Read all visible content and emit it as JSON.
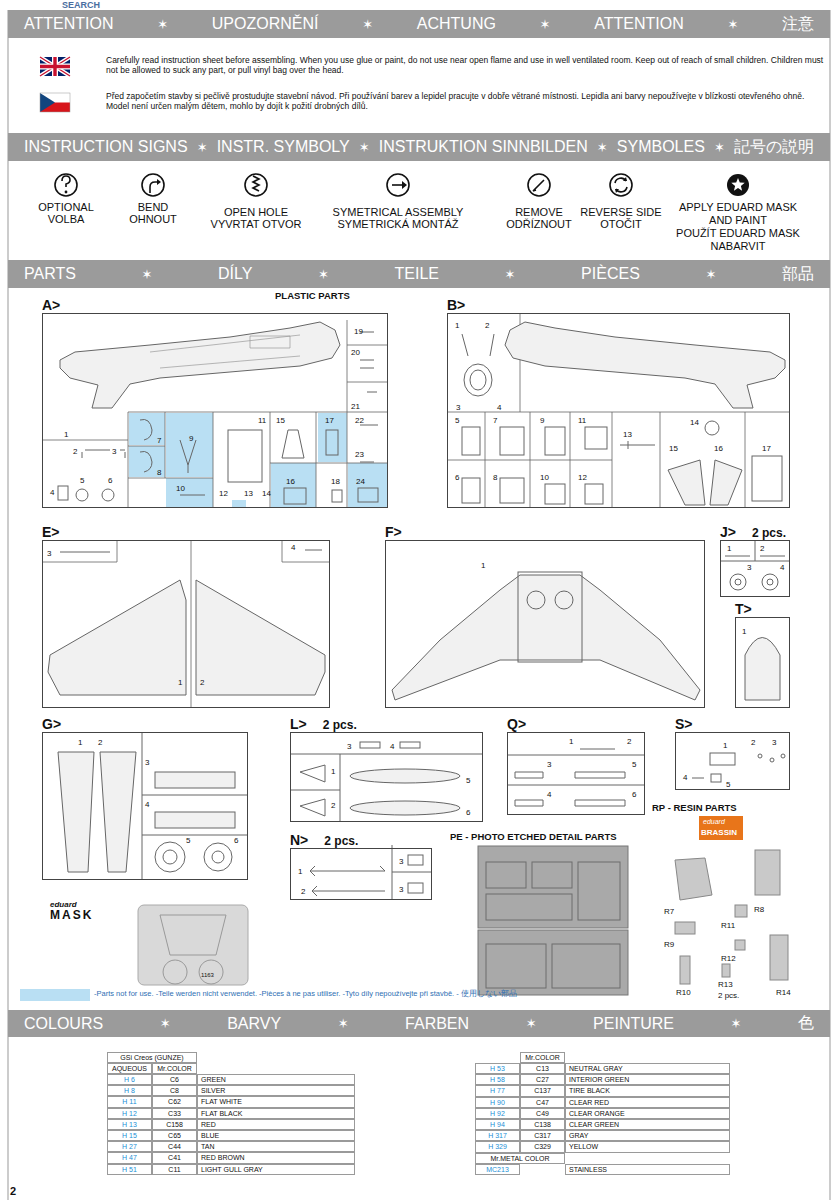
{
  "diagram": {
    "nodes": [
      {
        "text": [
          "ATTENTION",
          "✶",
          "UPOZORNĚNÍ",
          "✶",
          "ACHTUNG",
          "✶",
          "ATTENTION",
          "✶",
          "注意"
        ]
      },
      {
        "text": [
          "INSTRUCTION SIGNS",
          "✶",
          "INSTR. SYMBOLY",
          "✶",
          "INSTRUKTION SINNBILDEN",
          "✶",
          "SYMBOLES",
          "✶",
          "記号の説明"
        ]
      },
      {
        "text": [
          "PARTS",
          "✶",
          "DÍLY",
          "✶",
          "TEILE",
          "✶",
          "PIÈCES",
          "✶",
          "部品"
        ]
      },
      {
        "text": [
          "A>"
        ]
      },
      {
        "text": [
          "B>"
        ]
      },
      {
        "text": [
          "E>"
        ]
      },
      {
        "text": [
          "F>"
        ]
      },
      {
        "text": [
          "J>",
          "2 pcs."
        ]
      },
      {
        "text": [
          "T>"
        ]
      },
      {
        "text": [
          "G>"
        ]
      },
      {
        "text": [
          "L>",
          "2 pcs."
        ]
      },
      {
        "text": [
          "Q>"
        ]
      },
      {
        "text": [
          "S>"
        ]
      },
      {
        "text": [
          "N>",
          "2 pcs."
        ]
      },
      {
        "text": [
          "COLOURS",
          "✶",
          "BARVY",
          "✶",
          "FARBEN",
          "✶",
          "PEINTURE",
          "✶",
          "色"
        ]
      }
    ],
    "labels": [
      "SEARCH",
      "Carefully read instruction sheet before assembling. When you use glue or paint, do not use near open flame and use in well ventilated room. Keep out of reach of small children. Children must not be allowed to suck any part, or pull vinyl bag over the head.",
      "Před započetím stavby si pečlivě prostudujte stavební návod. Při používání barev a lepidel pracujte v dobře větrané místnosti. Lepidla ani barvy nepoužívejte v blízkosti otevřeného ohně. Model není určen malým dětem, mohlo by dojít k požití drobných dílů.",
      "OPTIONAL",
      "VOLBA",
      "BEND",
      "OHNOUT",
      "OPEN HOLE",
      "VYVRTAT OTVOR",
      "SYMETRICAL ASSEMBLY",
      "SYMETRICKÁ MONTÁŽ",
      "REMOVE",
      "ODŘÍZNOUT",
      "REVERSE SIDE",
      "OTOČIT",
      "APPLY EDUARD MASK AND PAINT",
      "POUŽÍT EDUARD MASK NABARVIT",
      "PLASTIC PARTS",
      "1",
      "2",
      "3",
      "4",
      "5",
      "6",
      "7",
      "8",
      "9",
      "10",
      "11",
      "12",
      "13",
      "14",
      "15",
      "16",
      "17",
      "18",
      "19",
      "20",
      "21",
      "22",
      "23",
      "24",
      "1",
      "2",
      "3",
      "4",
      "5",
      "6",
      "7",
      "8",
      "9",
      "10",
      "11",
      "12",
      "13",
      "14",
      "15",
      "16",
      "17",
      "3",
      "4",
      "1",
      "2",
      "1",
      "1",
      "2",
      "3",
      "4",
      "1",
      "1",
      "2",
      "3",
      "4",
      "5",
      "6",
      "1",
      "2",
      "3",
      "4",
      "5",
      "6",
      "1",
      "2",
      "3",
      "4",
      "5",
      "6",
      "1",
      "2",
      "3",
      "4",
      "5",
      "1",
      "2",
      "3",
      "3",
      "PE - PHOTO ETCHED DETAIL PARTS",
      "RP - RESIN PARTS",
      "eduard",
      "BRASSIN",
      "R7",
      "R8",
      "R9",
      "R10",
      "R11",
      "R12",
      "R13",
      "2 pcs.",
      "R14",
      "eduard",
      "MASK",
      "1163",
      "GSi Creos (GUNZE)",
      "AQUEOUS",
      "Mr.COLOR",
      "H 6",
      "C6",
      "GREEN",
      "H 8",
      "C8",
      "SILVER",
      "H 11",
      "C62",
      "FLAT WHITE",
      "H 12",
      "C33",
      "FLAT BLACK",
      "H 13",
      "C158",
      "RED",
      "H 15",
      "C65",
      "BLUE",
      "H 27",
      "C44",
      "TAN",
      "H 47",
      "C41",
      "RED BROWN",
      "H 51",
      "C11",
      "LIGHT GULL GRAY",
      "Mr.COLOR",
      "H 53",
      "C13",
      "NEUTRAL GRAY",
      "H 58",
      "C27",
      "INTERIOR GREEN",
      "H 77",
      "C137",
      "TIRE BLACK",
      "H 90",
      "C47",
      "CLEAR RED",
      "H 92",
      "C49",
      "CLEAR ORANGE",
      "H 94",
      "C138",
      "CLEAR GREEN",
      "H 317",
      "C317",
      "GRAY",
      "H 329",
      "C329",
      "YELLOW",
      "Mr.METAL COLOR",
      "MC213",
      "STAINLESS",
      "2"
    ],
    "legend": [
      {
        "text": "-Parts not for use. -Teile werden nicht verwendet. -Pièces à ne pas utiliser. -Tyto díly nepoužívejte při stavbě. - 使用しない部品",
        "color": "#b9dff3"
      }
    ]
  }
}
